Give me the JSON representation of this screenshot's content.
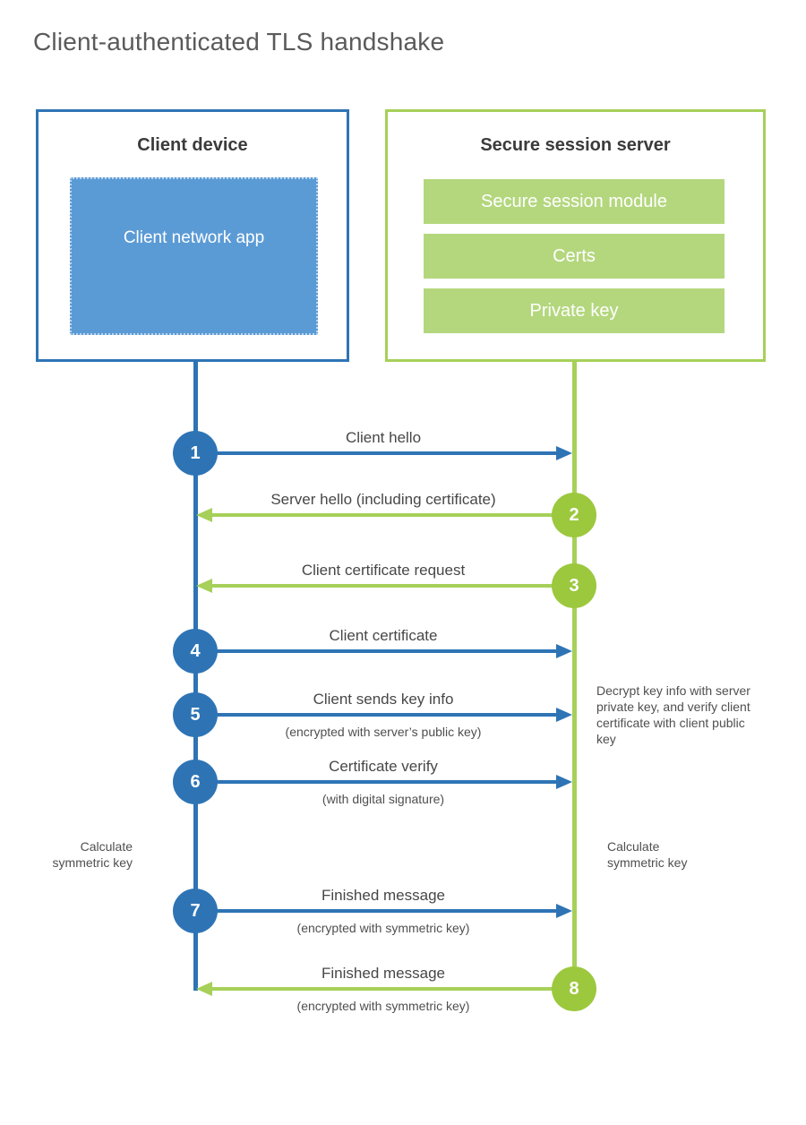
{
  "title": "Client-authenticated TLS handshake",
  "colors": {
    "blue": "#2e74b5",
    "blue-fill": "#5b9bd5",
    "blue-dot": "#bcd6ee",
    "green": "#a6d059",
    "green-circle": "#9cc83e",
    "green-fill": "#b4d77e",
    "title-gray": "#5a5a5a",
    "header-dark": "#3b3b3b",
    "label": "#474747",
    "note": "#4f4f4f"
  },
  "client_box": {
    "title": "Client device",
    "app_label": "Client network app"
  },
  "server_box": {
    "title": "Secure session server",
    "modules": [
      "Secure session module",
      "Certs",
      "Private key"
    ]
  },
  "steps": [
    {
      "num": "1",
      "from": "client",
      "to": "server",
      "color": "blue",
      "label": "Client hello",
      "sublabel": ""
    },
    {
      "num": "2",
      "from": "server",
      "to": "client",
      "color": "green",
      "label": "Server hello (including certificate)",
      "sublabel": ""
    },
    {
      "num": "3",
      "from": "server",
      "to": "client",
      "color": "green",
      "label": "Client certificate request",
      "sublabel": ""
    },
    {
      "num": "4",
      "from": "client",
      "to": "server",
      "color": "blue",
      "label": "Client certificate",
      "sublabel": ""
    },
    {
      "num": "5",
      "from": "client",
      "to": "server",
      "color": "blue",
      "label": "Client sends key info",
      "sublabel": "(encrypted with server’s public key)"
    },
    {
      "num": "6",
      "from": "client",
      "to": "server",
      "color": "blue",
      "label": "Certificate verify",
      "sublabel": "(with digital signature)"
    },
    {
      "num": "7",
      "from": "client",
      "to": "server",
      "color": "blue",
      "label": "Finished message",
      "sublabel": "(encrypted with symmetric key)"
    },
    {
      "num": "8",
      "from": "server",
      "to": "client",
      "color": "green",
      "label": "Finished message",
      "sublabel": "(encrypted with symmetric key)"
    }
  ],
  "notes": {
    "decrypt": "Decrypt key info with server private key, and verify client certificate with client public key",
    "calc_left": "Calculate symmetric key",
    "calc_right": "Calculate symmetric key"
  }
}
